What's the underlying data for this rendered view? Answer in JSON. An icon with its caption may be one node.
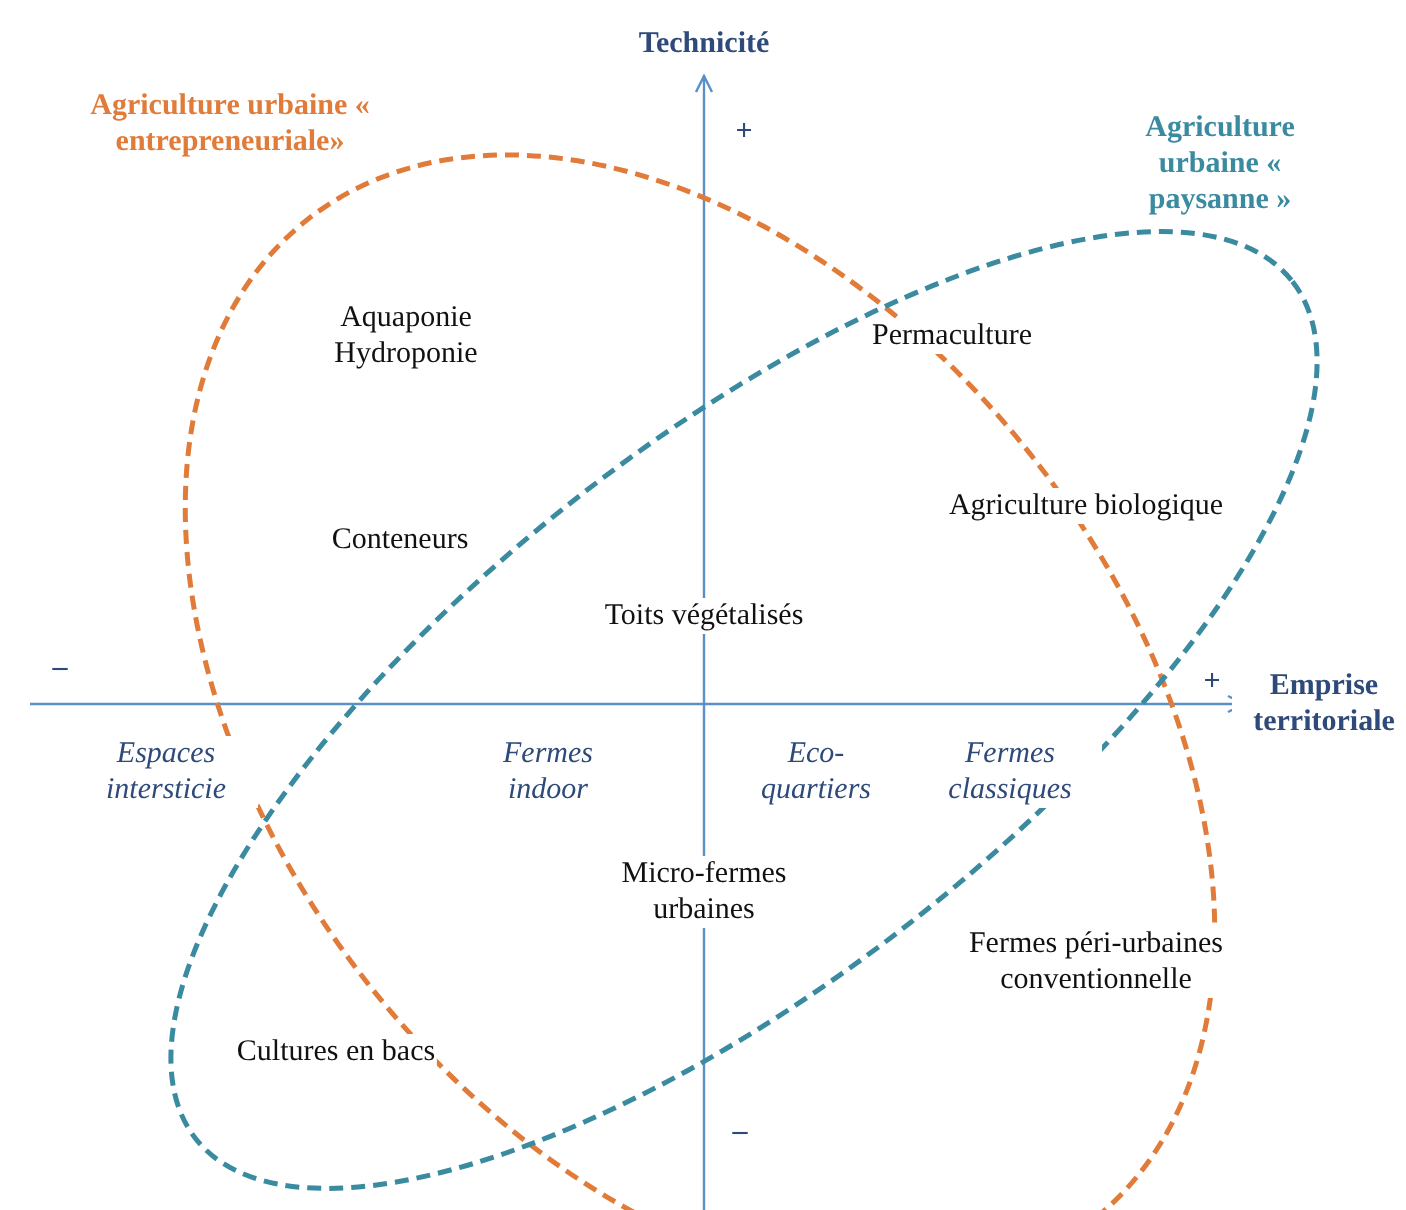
{
  "diagram": {
    "labels": [
      "Technicité",
      "Agriculture urbaine « entrepreneuriale»",
      "+",
      "Agriculture urbaine « paysanne »",
      "Aquaponie Hydroponie",
      "Permaculture",
      "Agriculture biologique",
      "Conteneurs",
      "Toits végétalisés",
      "–",
      "+",
      "Emprise territoriale",
      "Espaces intersticie",
      "Fermes indoor",
      "Eco-quartiers",
      "Fermes classiques",
      "Micro-fermes urbaines",
      "Fermes péri-urbaines conventionnelle",
      "Cultures en bacs",
      "–"
    ]
  }
}
